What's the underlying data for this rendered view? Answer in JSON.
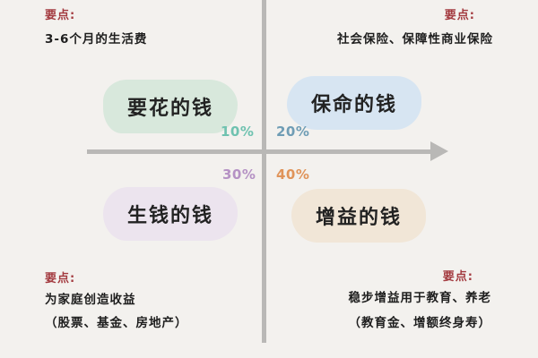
{
  "quadrants": {
    "top_left": {
      "title": "要花的钱",
      "percent": "10%",
      "percent_color": "#6fc2b0",
      "blob_color": "#d8e8dc",
      "note_key": "要点:",
      "note_lines": [
        "3-6个月的生活费"
      ]
    },
    "top_right": {
      "title": "保命的钱",
      "percent": "20%",
      "percent_color": "#6f9db5",
      "blob_color": "#d7e5f2",
      "note_key": "要点:",
      "note_lines": [
        "社会保险、保障性商业保险"
      ]
    },
    "bottom_left": {
      "title": "生钱的钱",
      "percent": "30%",
      "percent_color": "#b592c4",
      "blob_color": "#ece4ee",
      "note_key": "要点:",
      "note_lines": [
        "为家庭创造收益",
        "（股票、基金、房地产）"
      ]
    },
    "bottom_right": {
      "title": "增益的钱",
      "percent": "40%",
      "percent_color": "#e0945a",
      "blob_color": "#f1e6d7",
      "note_key": "要点:",
      "note_lines": [
        "稳步增益用于教育、养老",
        "（教育金、增额终身寿）"
      ]
    }
  },
  "colors": {
    "background": "#f3f1ee",
    "axis": "#b9b8b6",
    "note_key": "#a33a3f",
    "text": "#1e1e1e"
  }
}
